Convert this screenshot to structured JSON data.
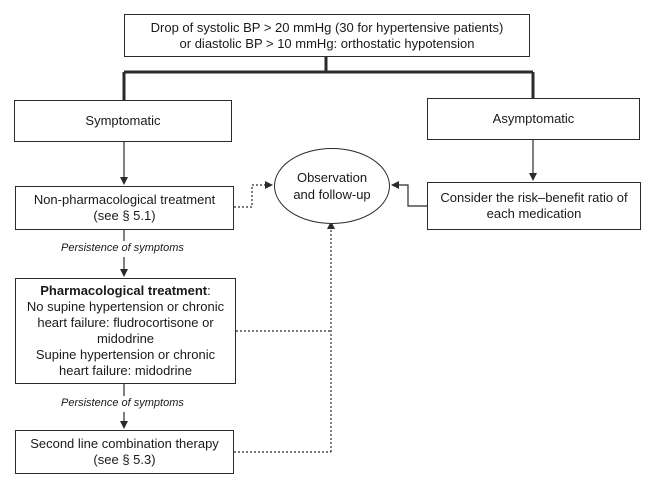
{
  "top_box": {
    "line1": "Drop of systolic BP > 20 mmHg (30 for hypertensive patients)",
    "line2": "or diastolic BP > 10 mmHg: orthostatic hypotension"
  },
  "symptomatic": {
    "label": "Symptomatic"
  },
  "asymptomatic": {
    "label": "Asymptomatic"
  },
  "observation": {
    "line1": "Observation",
    "line2": "and follow-up"
  },
  "nonpharm": {
    "line1": "Non-pharmacological treatment",
    "line2": "(see § 5.1)"
  },
  "risk": {
    "line1": "Consider the risk–benefit ratio of",
    "line2": "each medication"
  },
  "persistence1": {
    "label": "Persistence of symptoms"
  },
  "pharm": {
    "title": "Pharmacological treatment",
    "title_colon": ":",
    "line1": "No supine hypertension or chronic",
    "line2": "heart failure: fludrocortisone or",
    "line3": "midodrine",
    "line4": "Supine hypertension or chronic",
    "line5": "heart failure: midodrine"
  },
  "persistence2": {
    "label": "Persistence of symptoms"
  },
  "second_line": {
    "line1": "Second line combination therapy",
    "line2": "(see § 5.3)"
  }
}
